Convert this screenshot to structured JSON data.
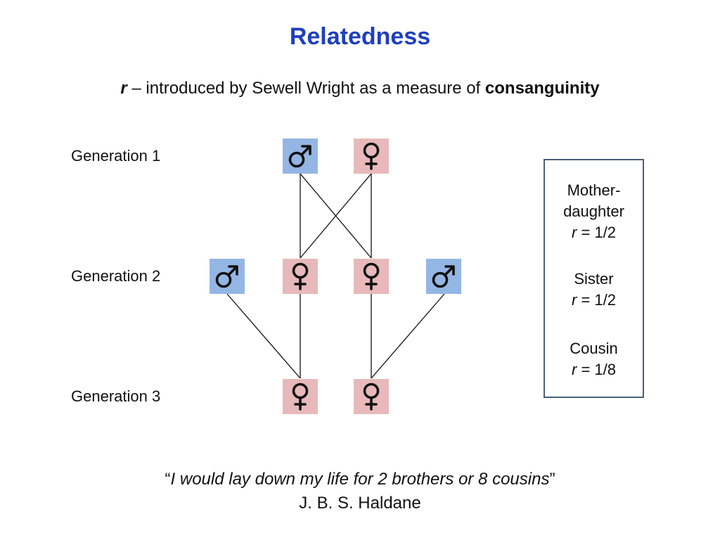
{
  "title": "Relatedness",
  "subtitle": {
    "symbol": "r",
    "text": " – introduced by Sewell Wright as a measure of ",
    "emphasis": "consanguinity"
  },
  "generations": [
    "Generation 1",
    "Generation 2",
    "Generation 3"
  ],
  "symbols": {
    "male": "male-symbol",
    "female": "female-symbol"
  },
  "colors": {
    "male": "#94b6e4",
    "female": "#e7b9ba",
    "title": "#1f3fbf",
    "box_border": "#4a5f78"
  },
  "relatedness": [
    {
      "line1": "Mother-",
      "line2": "daughter",
      "r_symbol": "r",
      "r_value": " = 1/2"
    },
    {
      "line1": "Sister",
      "r_symbol": "r",
      "r_value": " = 1/2"
    },
    {
      "line1": "Cousin",
      "r_symbol": "r",
      "r_value": " = 1/8"
    }
  ],
  "quote": {
    "open": "“",
    "text": "I would lay down my life for 2 brothers or 8 cousins",
    "close": "”",
    "author": "J. B. S. Haldane"
  }
}
